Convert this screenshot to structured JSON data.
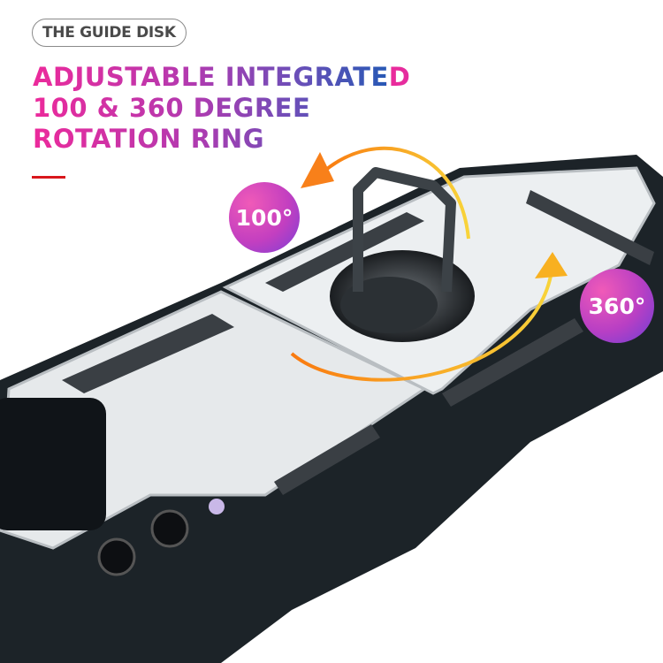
{
  "badge_label": "THE GUIDE DISK",
  "headline": {
    "line1": "ADJUSTABLE INTEGRATED",
    "line2": "100 & 360 DEGREE",
    "line3": "ROTATION RING"
  },
  "rotation_badges": {
    "small": "100°",
    "full": "360°"
  },
  "colors": {
    "headline_gradient_start": "#ec2a9b",
    "headline_gradient_end": "#2858b5",
    "accent_bar": "#d9171c",
    "arrow": "#f7a21a",
    "case_body": "#1c2328",
    "case_plate": "#e9ecee"
  }
}
